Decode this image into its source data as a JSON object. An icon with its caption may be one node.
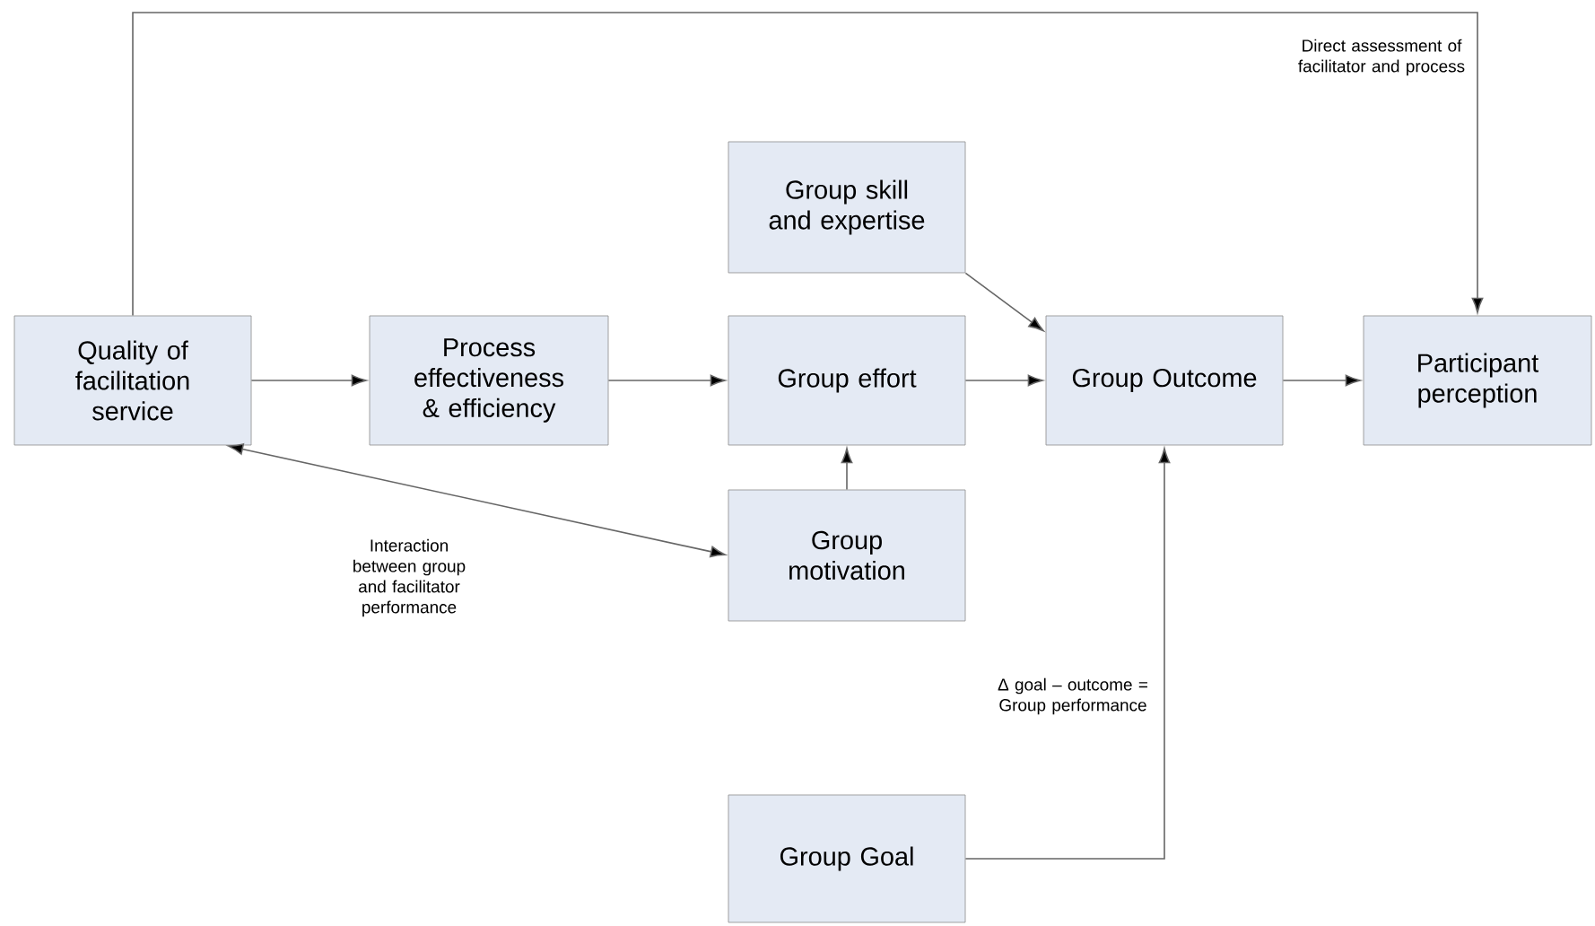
{
  "diagram": {
    "nodes": [
      {
        "text": [
          "Quality of facilitation service"
        ]
      },
      {
        "text": [
          "Process effectiveness & efficiency"
        ]
      },
      {
        "text": [
          "Group skill and expertise"
        ]
      },
      {
        "text": [
          "Group effort"
        ]
      },
      {
        "text": [
          "Group Outcome"
        ]
      },
      {
        "text": [
          "Participant perception"
        ]
      },
      {
        "text": [
          "Group motivation"
        ]
      },
      {
        "text": [
          "Group Goal"
        ]
      }
    ],
    "edges": [
      {
        "from": 0,
        "to": 1,
        "arrow": "to"
      },
      {
        "from": 1,
        "to": 3,
        "arrow": "to"
      },
      {
        "from": 3,
        "to": 4,
        "arrow": "to"
      },
      {
        "from": 2,
        "to": 4,
        "arrow": "to"
      },
      {
        "from": 4,
        "to": 5,
        "arrow": "to"
      },
      {
        "from": 6,
        "to": 3,
        "arrow": "to"
      },
      {
        "from": 0,
        "to": 6,
        "arrow": "both",
        "label": "Interaction between group and facilitator performance"
      },
      {
        "from": 7,
        "to": 4,
        "arrow": "to",
        "label": "Δ goal – outcome = Group performance"
      },
      {
        "from": 0,
        "to": 5,
        "arrow": "to",
        "label": "Direct assessment of facilitator and process"
      }
    ]
  }
}
